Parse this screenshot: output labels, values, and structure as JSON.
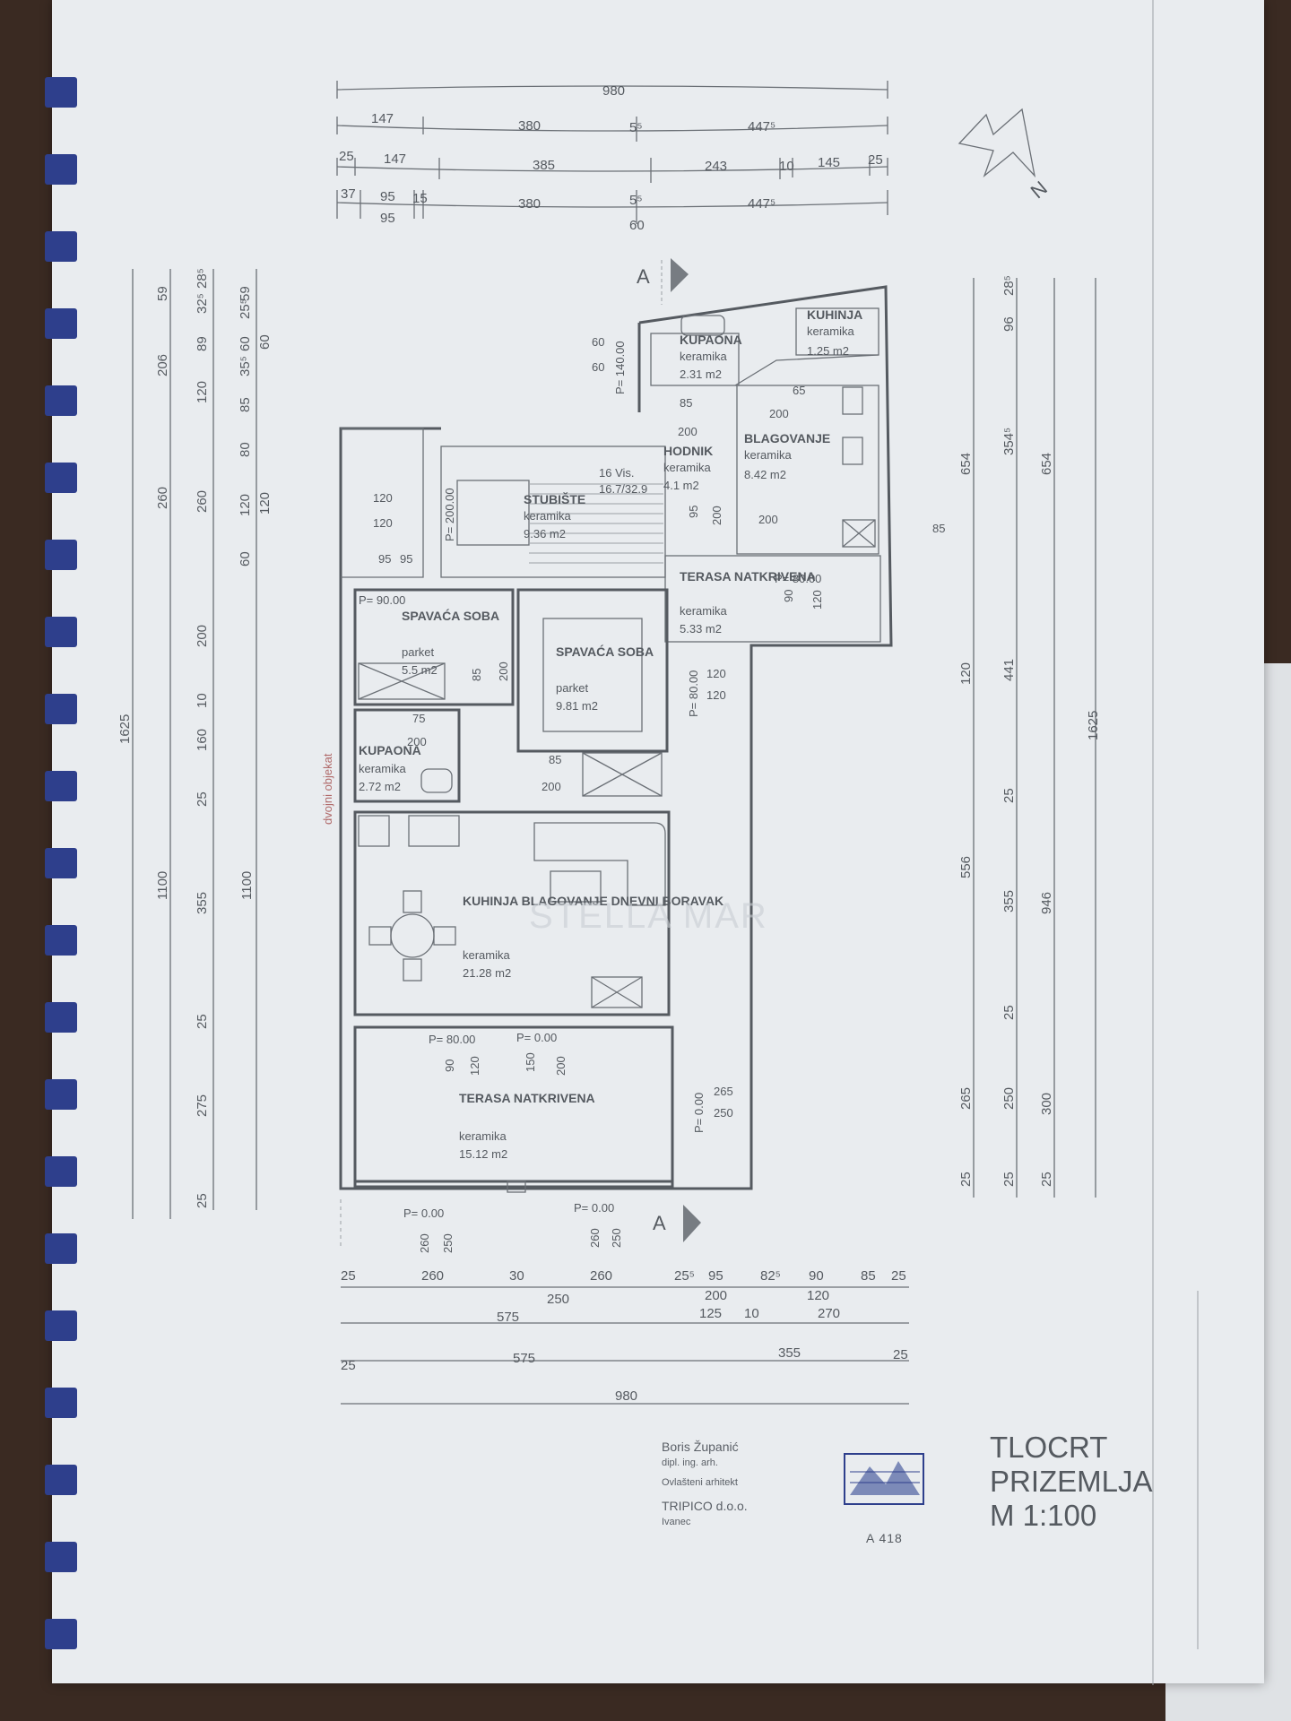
{
  "title_block": {
    "line1": "TLOCRT",
    "line2": "PRIZEMLJA",
    "scale": "M 1:100"
  },
  "signature": {
    "name": "Boris Županić",
    "title": "dipl. ing. arh.",
    "role": "Ovlašteni arhitekt",
    "company": "TRIPICO d.o.o.",
    "city": "Ivanec",
    "code": "A 418"
  },
  "watermark": "STELLA MAR",
  "neighbor_label": "dvojni objekat",
  "section_marker": "A",
  "rooms": [
    {
      "name": "KUPAONA",
      "floor": "keramika",
      "area": "2.31 m2"
    },
    {
      "name": "KUHINJA",
      "floor": "keramika",
      "area": "1.25 m2"
    },
    {
      "name": "BLAGOVANJE",
      "floor": "keramika",
      "area": "8.42 m2"
    },
    {
      "name": "HODNIK",
      "floor": "keramika",
      "area": "4.1 m2"
    },
    {
      "name": "STUBIŠTE",
      "floor": "keramika",
      "area": "9.36 m2"
    },
    {
      "name": "TERASA NATKRIVENA",
      "floor": "keramika",
      "area": "5.33 m2"
    },
    {
      "name": "SPAVAĆA SOBA",
      "floor": "parket",
      "area": "5.5 m2"
    },
    {
      "name": "SPAVAĆA SOBA",
      "floor": "parket",
      "area": "9.81 m2"
    },
    {
      "name": "KUPAONA",
      "floor": "keramika",
      "area": "2.72 m2"
    },
    {
      "name": "KUHINJA BLAGOVANJE DNEVNI BORAVAK",
      "floor": "keramika",
      "area": "21.28 m2"
    },
    {
      "name": "TERASA NATKRIVENA",
      "floor": "keramika",
      "area": "15.12 m2"
    }
  ],
  "stairs": {
    "label": "16 Vis.",
    "spec": "16.7/32.9"
  },
  "top_dims": {
    "row0": [
      "980"
    ],
    "row1": [
      "147",
      "380",
      "5⁵",
      "447⁵"
    ],
    "row2": [
      "25",
      "147",
      "385",
      "243",
      "10",
      "145",
      "25"
    ],
    "row3": [
      "37",
      "95",
      "15",
      "380",
      "5⁵",
      "447⁵"
    ],
    "row3b": [
      "95",
      "60"
    ]
  },
  "bottom_dims": {
    "row1": [
      "25",
      "260",
      "30",
      "260",
      "25⁵",
      "95",
      "82⁵",
      "90",
      "85",
      "25"
    ],
    "row1b": [
      "250",
      "200",
      "120"
    ],
    "row2": [
      "575",
      "125",
      "10",
      "270"
    ],
    "row3": [
      "25",
      "575",
      "355",
      "25"
    ],
    "row4": [
      "980"
    ]
  },
  "left_dims": {
    "outer": [
      "1625"
    ],
    "mid": [
      "1100"
    ],
    "col1": [
      "59",
      "206",
      "260",
      "1100"
    ],
    "col2": [
      "28⁵",
      "32⁵",
      "89",
      "120",
      "260",
      "200",
      "10",
      "160",
      "25",
      "355",
      "25",
      "275",
      "25"
    ],
    "col3": [
      "59",
      "25⁵",
      "60",
      "35⁵",
      "85",
      "80",
      "120",
      "60",
      "1100"
    ],
    "col4": [
      "60",
      "120"
    ]
  },
  "right_dims": {
    "outer": [
      "1625"
    ],
    "col1": [
      "654",
      "120",
      "556",
      "265",
      "25"
    ],
    "col2": [
      "28⁵",
      "96",
      "354⁵",
      "441",
      "25",
      "355",
      "25",
      "250",
      "25"
    ],
    "col3": [
      "654",
      "946",
      "300",
      "25"
    ]
  },
  "openings": [
    "P= 140.00",
    "P= 200.00",
    "P= 90.00",
    "P= 80.00",
    "P= 80.00",
    "P= 80.00",
    "P= 0.00",
    "P= 0.00",
    "P= 0.00",
    "P= 0.00"
  ],
  "inner_dims": [
    "60",
    "60",
    "85",
    "200",
    "65",
    "200",
    "120",
    "120",
    "95",
    "95",
    "95",
    "200",
    "85",
    "200",
    "90",
    "120",
    "120",
    "120",
    "85",
    "200",
    "75",
    "200",
    "85",
    "200",
    "90",
    "120",
    "150",
    "200",
    "265",
    "250",
    "260",
    "250",
    "260",
    "250"
  ]
}
